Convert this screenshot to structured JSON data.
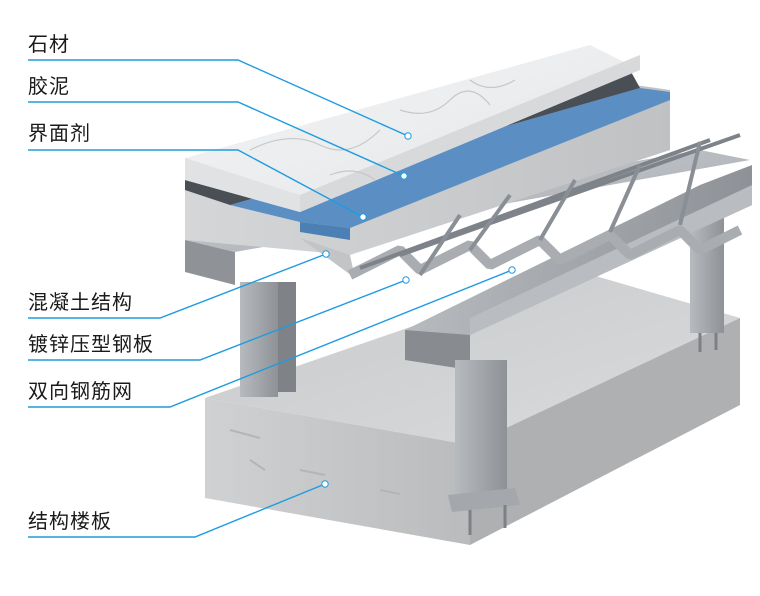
{
  "diagram": {
    "layers": [
      {
        "id": "stone",
        "label": "石材"
      },
      {
        "id": "mortar",
        "label": "胶泥"
      },
      {
        "id": "primer",
        "label": "界面剂"
      },
      {
        "id": "concrete",
        "label": "混凝土结构"
      },
      {
        "id": "deck",
        "label": "镀锌压型钢板"
      },
      {
        "id": "mesh",
        "label": "双向钢筋网"
      },
      {
        "id": "slab",
        "label": "结构楼板"
      }
    ],
    "colors": {
      "leader": "#1f9be0",
      "primer_blue": "#5b8fc4",
      "steel": "#9ea2a7",
      "concrete": "#c9cbcd",
      "marble": "#eef0f2"
    }
  }
}
